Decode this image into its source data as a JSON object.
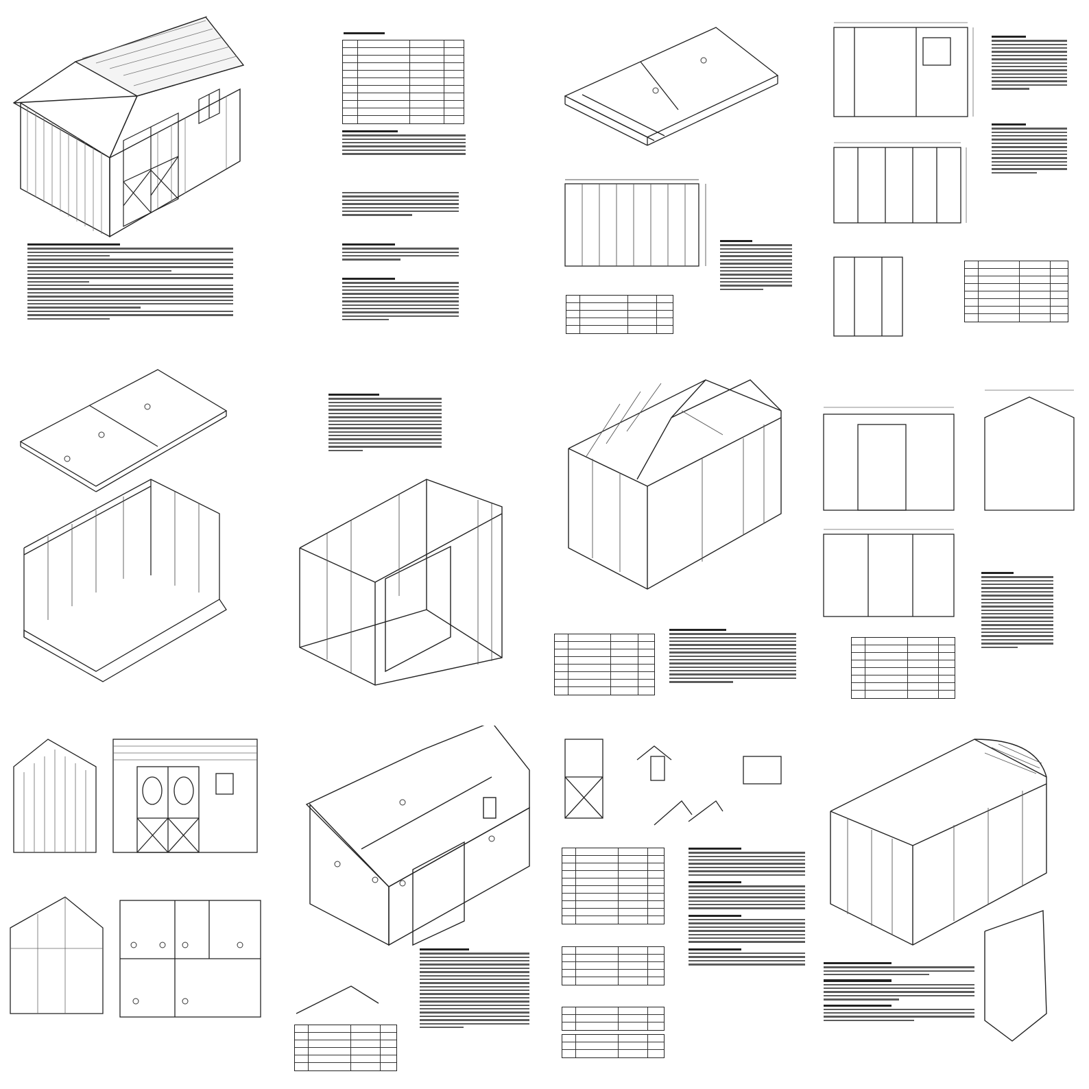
{
  "document": {
    "title": "",
    "panels": [
      {
        "id": "p1",
        "content": "isometric-shed-exterior"
      },
      {
        "id": "p2",
        "content": "materials-list-and-notes"
      },
      {
        "id": "p3",
        "content": "floor-framing"
      },
      {
        "id": "p4",
        "content": "wall-framing-elevations"
      },
      {
        "id": "p5",
        "content": "floor-and-wall-frame"
      },
      {
        "id": "p6",
        "content": "wall-assembly"
      },
      {
        "id": "p7",
        "content": "roof-framing"
      },
      {
        "id": "p8",
        "content": "wall-sheathing"
      },
      {
        "id": "p9",
        "content": "elevations-and-roof-plan"
      },
      {
        "id": "p10",
        "content": "sheathed-shed"
      },
      {
        "id": "p11",
        "content": "door-and-trim-details"
      },
      {
        "id": "p12",
        "content": "roofing-and-trim"
      }
    ]
  },
  "colors": {
    "line": "#222222",
    "text": "#5a5a5a",
    "paper": "#ffffff"
  }
}
